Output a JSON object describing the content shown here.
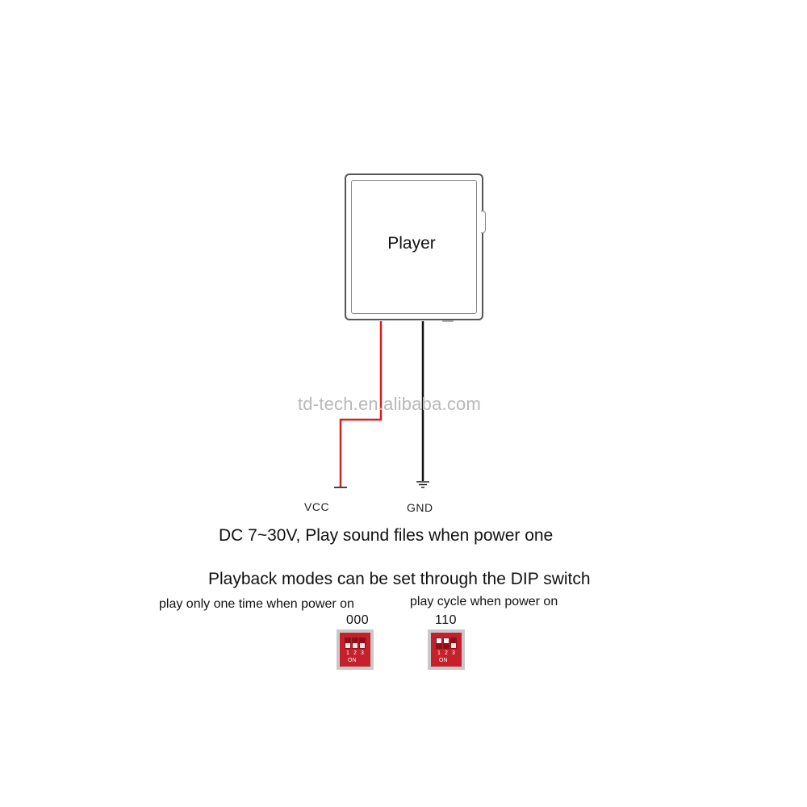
{
  "player": {
    "label": "Player"
  },
  "watermark": "td-tech.en.alibaba.com",
  "pins": {
    "vcc": "VCC",
    "gnd": "GND"
  },
  "wire_colors": {
    "vcc": "#d42020",
    "gnd": "#111111"
  },
  "captions": {
    "power": "DC 7~30V, Play sound files when power one",
    "modes": "Playback modes can be set through the DIP switch"
  },
  "modes": [
    {
      "label": "play only one time when power on",
      "code": "000",
      "switches": [
        "off",
        "off",
        "off"
      ]
    },
    {
      "label": "play cycle when power on",
      "code": "110",
      "switches": [
        "on",
        "on",
        "off"
      ]
    }
  ],
  "dip": {
    "numbers": [
      "1",
      "2",
      "3"
    ],
    "on_text": "ON"
  }
}
